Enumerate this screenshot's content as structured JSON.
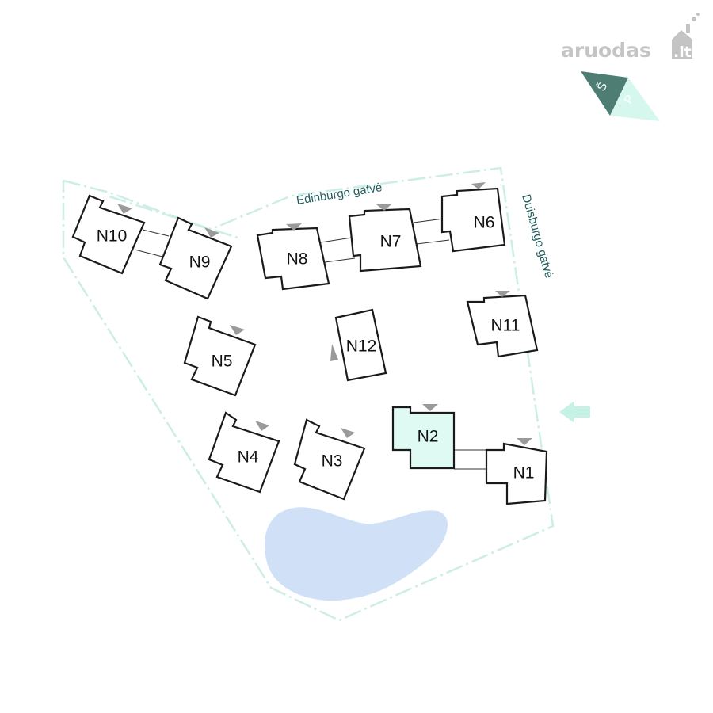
{
  "watermark": {
    "brand": "aruodas",
    "tld": ".lt"
  },
  "compass": {
    "north_label": "Š",
    "south_label": "P",
    "north_color": "#4e7d73",
    "south_color": "#d6f7ee"
  },
  "streets": {
    "north": "Edinburgo gatvė",
    "east": "Duisburgo gatvė"
  },
  "buildings": [
    {
      "id": "N1",
      "label": "N1",
      "highlighted": false
    },
    {
      "id": "N2",
      "label": "N2",
      "highlighted": true
    },
    {
      "id": "N3",
      "label": "N3",
      "highlighted": false
    },
    {
      "id": "N4",
      "label": "N4",
      "highlighted": false
    },
    {
      "id": "N5",
      "label": "N5",
      "highlighted": false
    },
    {
      "id": "N6",
      "label": "N6",
      "highlighted": false
    },
    {
      "id": "N7",
      "label": "N7",
      "highlighted": false
    },
    {
      "id": "N8",
      "label": "N8",
      "highlighted": false
    },
    {
      "id": "N9",
      "label": "N9",
      "highlighted": false
    },
    {
      "id": "N10",
      "label": "N10",
      "highlighted": false
    },
    {
      "id": "N11",
      "label": "N11",
      "highlighted": false
    },
    {
      "id": "N12",
      "label": "N12",
      "highlighted": false
    }
  ],
  "colors": {
    "highlight": "#dffaf2",
    "pond": "#cfe0f7",
    "boundary": "#cdeee6",
    "entrance_arrow": "#c6f2e6",
    "street_text": "#1f5c5c",
    "marker": "#9a9a9a"
  },
  "features": {
    "pond": true,
    "entrance_arrow": "east"
  }
}
